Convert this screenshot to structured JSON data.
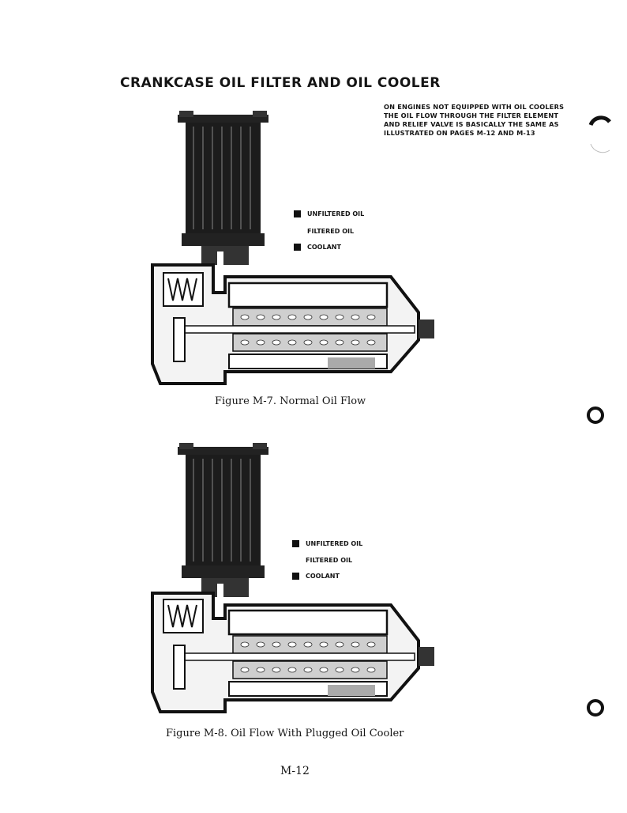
{
  "page": {
    "title": "CRANKCASE OIL FILTER AND OIL COOLER",
    "note": "ON ENGINES NOT EQUIPPED WITH OIL COOLERS THE OIL FLOW THROUGH THE FILTER ELEMENT AND RELIEF VALVE IS BASICALLY THE SAME AS ILLUSTRATED ON PAGES M-12 AND M-13",
    "page_number": "M-12"
  },
  "figures": [
    {
      "caption": "Figure M-7. Normal Oil Flow",
      "legend": [
        "UNFILTERED OIL",
        "FILTERED OIL",
        "COOLANT"
      ]
    },
    {
      "caption": "Figure M-8. Oil Flow With Plugged Oil Cooler",
      "legend": [
        "UNFILTERED OIL",
        "FILTERED OIL",
        "COOLANT"
      ]
    }
  ]
}
